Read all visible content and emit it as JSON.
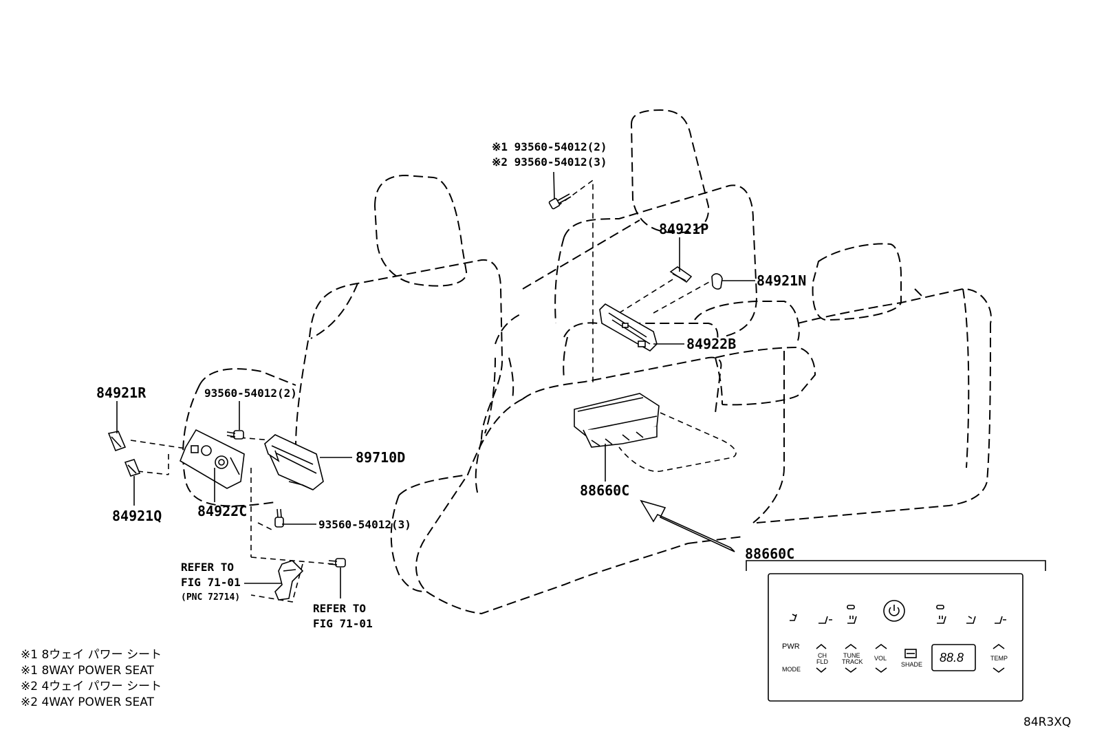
{
  "labels": {
    "bolt_top_1": "※1 93560-54012(2)",
    "bolt_top_2": "※2 93560-54012(3)",
    "p84921P": "84921P",
    "p84921N": "84921N",
    "p84922B": "84922B",
    "p84921R": "84921R",
    "bolt_left": "93560-54012(2)",
    "p89710D": "89710D",
    "p84921Q": "84921Q",
    "p84922C": "84922C",
    "bolt_bottom": "93560-54012(3)",
    "p88660C_mid": "88660C",
    "p88660C_panel": "88660C",
    "refer_left_1": "REFER TO",
    "refer_left_2": "FIG 71-01",
    "refer_left_3": "(PNC 72714)",
    "refer_bottom_1": "REFER TO",
    "refer_bottom_2": "FIG 71-01",
    "diagram_code": "84R3XQ"
  },
  "notes": [
    "※1 8ウェイ パワー シート",
    "※1 8WAY POWER SEAT",
    "※2 4ウェイ パワー シート",
    "※2 4WAY POWER SEAT"
  ],
  "panel": {
    "pwr": "PWR",
    "mode": "MODE",
    "ch_1": "CH",
    "ch_2": "FLD",
    "tune_1": "TUNE",
    "tune_2": "TRACK",
    "vol": "VOL",
    "shade": "SHADE",
    "display": "88.8",
    "temp": "TEMP"
  },
  "icons": [
    "seat-recline-icon",
    "seat-slide-icon",
    "seat-heater-icon",
    "power-icon",
    "chevron-up-icon",
    "chevron-down-icon",
    "shade-icon"
  ]
}
